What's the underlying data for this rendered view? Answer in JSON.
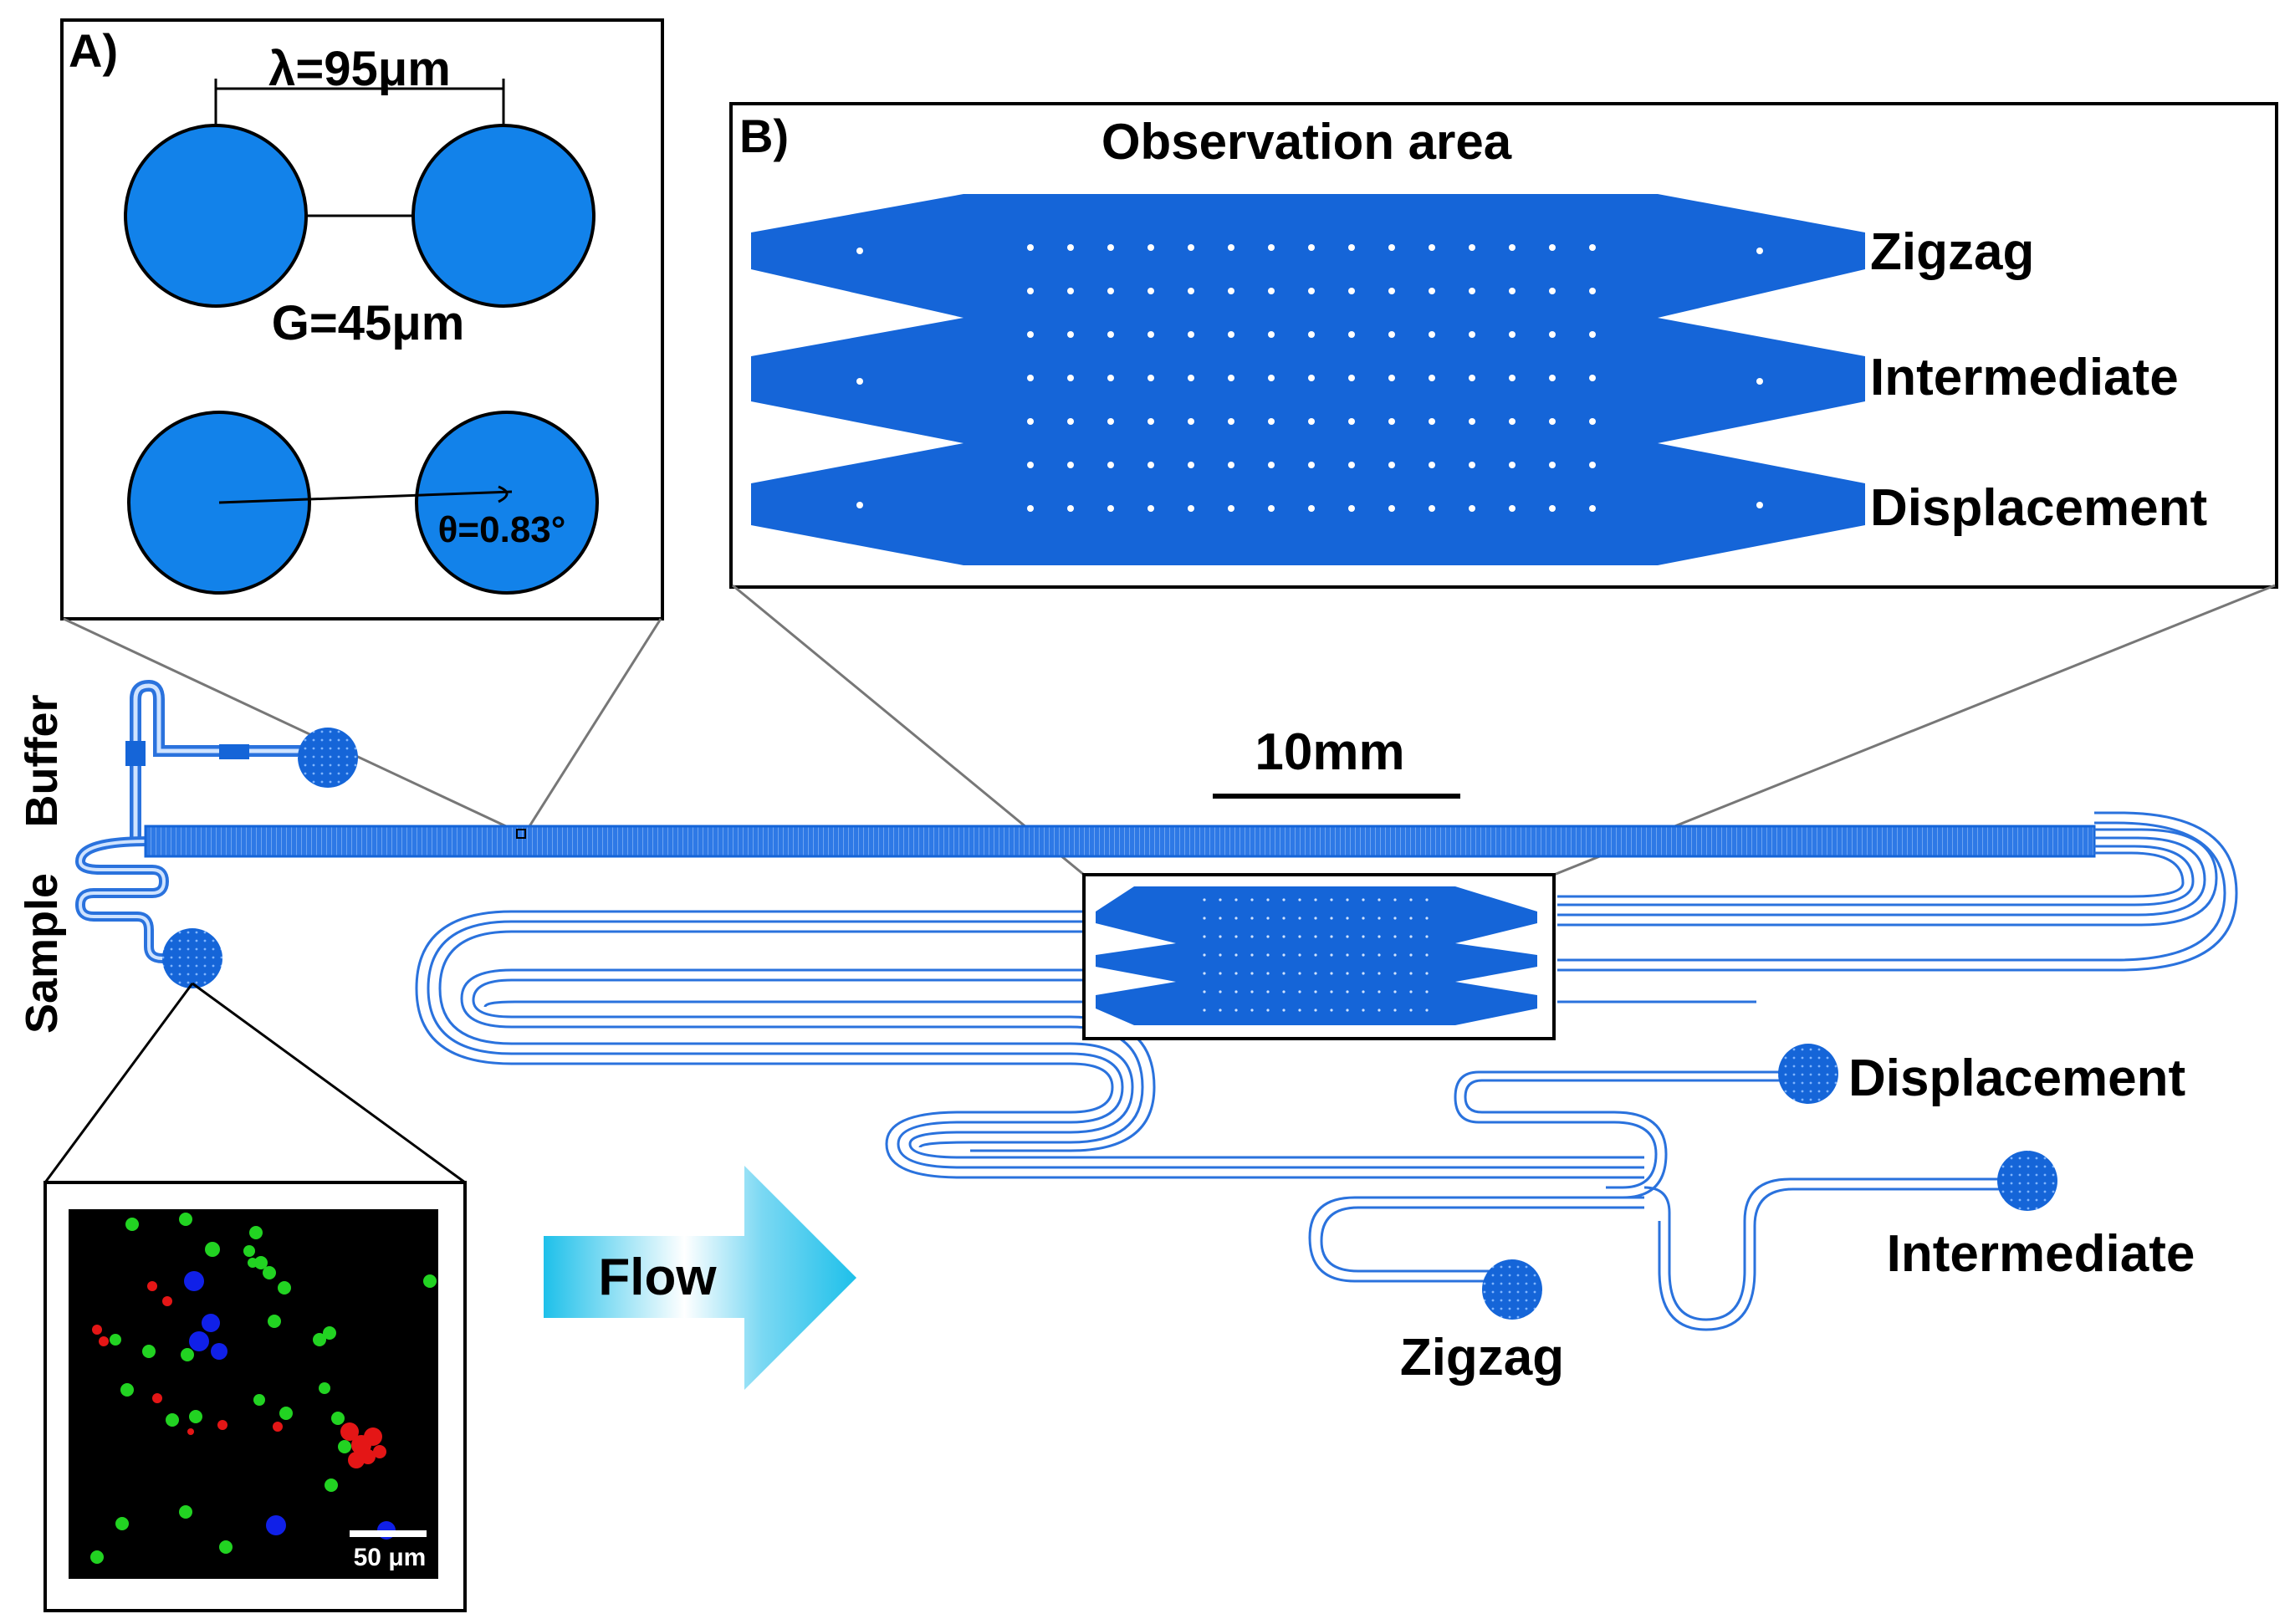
{
  "panel_a": {
    "label": "A)",
    "lambda_label": "λ=95μm",
    "gap_label": "G=45μm",
    "angle_label": "θ=0.83°"
  },
  "panel_b": {
    "label": "B)",
    "title": "Observation area",
    "outlets": [
      "Zigzag",
      "Intermediate",
      "Displacement"
    ]
  },
  "device": {
    "inlets": {
      "buffer": "Buffer",
      "sample": "Sample"
    },
    "scale_bar": "10mm",
    "flow_label": "Flow",
    "outlets": {
      "displacement": "Displacement",
      "intermediate": "Intermediate",
      "zigzag": "Zigzag"
    }
  },
  "micrograph": {
    "scale_label": "50 μm"
  },
  "colors": {
    "channel": "#1565d8",
    "pillar": "#1282ea",
    "arrow_light": "#ffffff",
    "arrow_dark": "#1ec0ea",
    "cell_green": "#22d322",
    "cell_red": "#e41616",
    "cell_blue": "#1020e8"
  }
}
